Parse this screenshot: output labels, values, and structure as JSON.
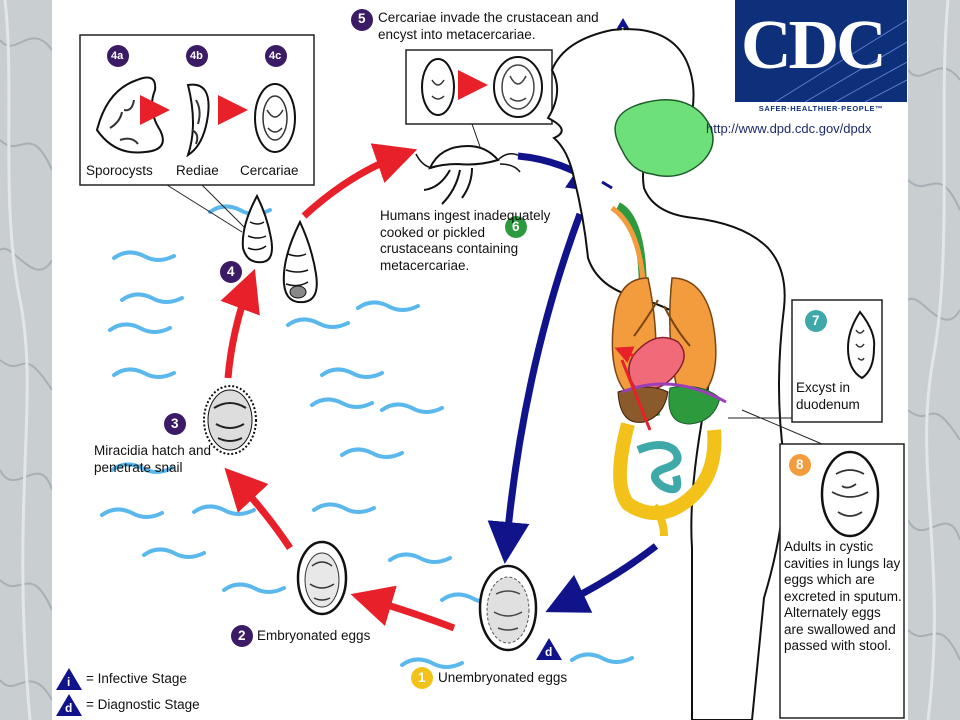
{
  "logo": {
    "text": "CDC",
    "tagline": "SAFER·HEALTHIER·PEOPLE™"
  },
  "url": "http://www.dpd.cdc.gov/dpdx",
  "inset_stages": [
    {
      "num": "4a",
      "label": "Sporocysts"
    },
    {
      "num": "4b",
      "label": "Rediae"
    },
    {
      "num": "4c",
      "label": "Cercariae"
    }
  ],
  "steps": {
    "s1": {
      "num": "1",
      "text": "Unembryonated eggs"
    },
    "s2": {
      "num": "2",
      "text": "Embryonated eggs"
    },
    "s3": {
      "num": "3",
      "text": "Miracidia hatch and penetrate snail"
    },
    "s4": {
      "num": "4"
    },
    "s5": {
      "num": "5",
      "text": "Cercariae invade the crustacean and encyst into metacercariae."
    },
    "s6": {
      "num": "6",
      "text": "Humans ingest inadequately cooked or pickled crustaceans containing metacercariae."
    },
    "s7": {
      "num": "7",
      "text": "Excyst in duodenum"
    },
    "s8": {
      "num": "8",
      "text": "Adults in cystic cavities in lungs lay eggs which are excreted in sputum. Alternately eggs are swallowed and passed with stool."
    }
  },
  "legend": [
    {
      "symbol": "i",
      "label": "= Infective Stage"
    },
    {
      "symbol": "d",
      "label": "= Diagnostic Stage"
    }
  ],
  "colors": {
    "arrow_red": "#e8202a",
    "arrow_blue": "#10138a",
    "badge_purple": "#3b1a66",
    "badge_teal": "#3fa8a8",
    "badge_orange": "#f29c3e",
    "badge_green": "#2e9a3e",
    "badge_yellow": "#f2c21a",
    "water": "#5ab8ec",
    "cdc_blue": "#0e2f7a"
  }
}
